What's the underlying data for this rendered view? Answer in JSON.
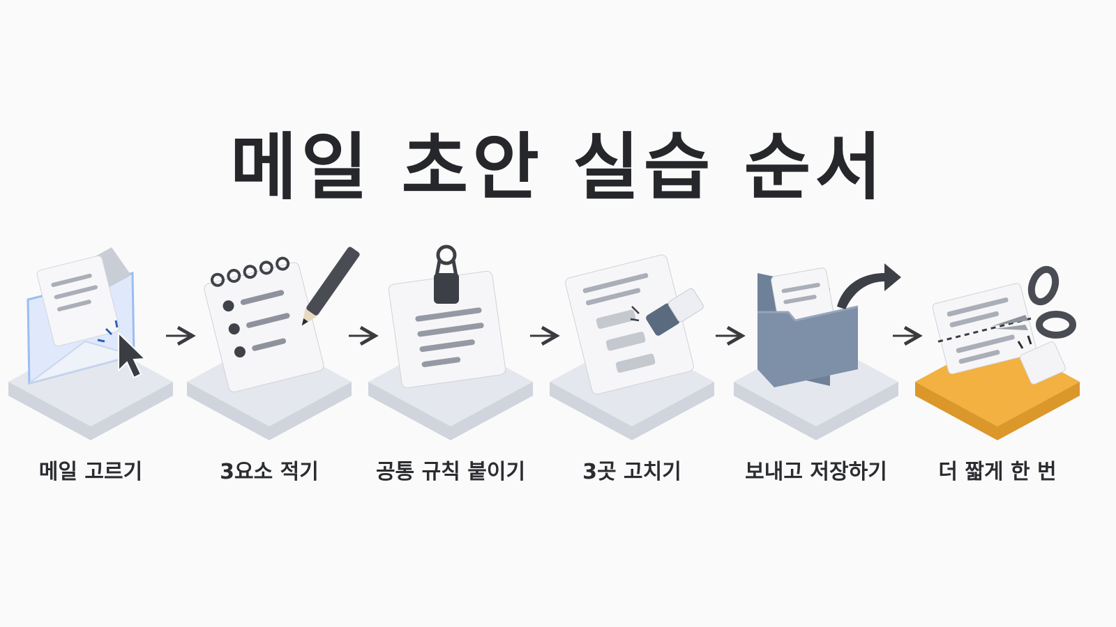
{
  "title": "메일 초안 실습 순서",
  "steps": [
    {
      "label": "메일 고르기",
      "icon": "envelope-cursor-icon"
    },
    {
      "label": "3요소 적기",
      "icon": "notepad-pencil-icon"
    },
    {
      "label": "공통 규칙 붙이기",
      "icon": "clipboard-document-icon"
    },
    {
      "label": "3곳 고치기",
      "icon": "document-eraser-icon"
    },
    {
      "label": "보내고 저장하기",
      "icon": "folder-send-icon"
    },
    {
      "label": "더 짧게 한 번",
      "icon": "scissors-document-icon"
    }
  ],
  "colors": {
    "platform": "#e3e6ec",
    "platform_highlight": "#f2b140",
    "accent_blue": "#5b8fe0",
    "ink": "#26272b"
  }
}
